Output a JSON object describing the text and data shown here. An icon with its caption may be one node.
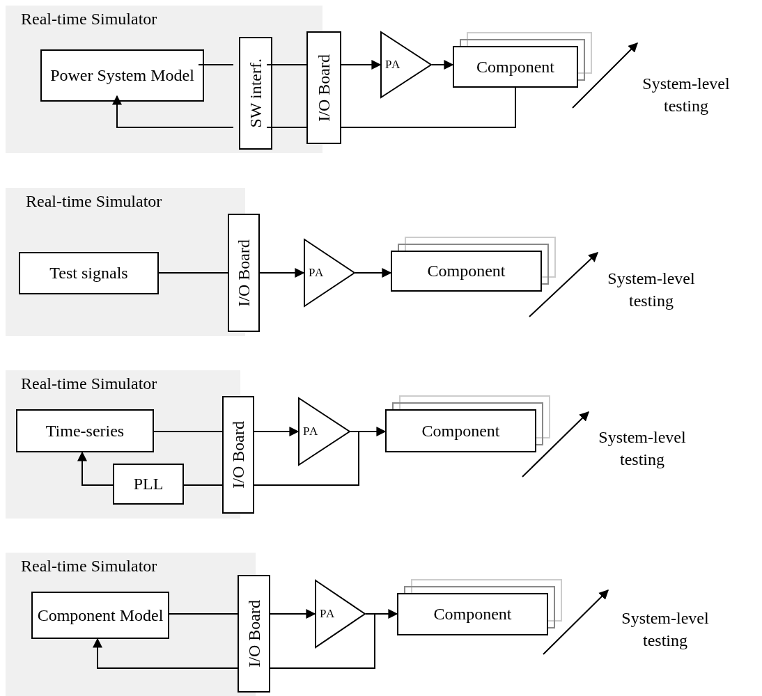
{
  "diagram": {
    "nodes": [
      {
        "text": [
          "Real-time Simulator"
        ]
      },
      {
        "text": [
          "Power System Model"
        ],
        "in": 0
      },
      {
        "text": [
          "SW interf."
        ],
        "in": 0
      },
      {
        "text": [
          "I/O Board"
        ]
      },
      {
        "text": [
          "PA"
        ]
      },
      {
        "text": [
          "Component"
        ]
      },
      {
        "text": [
          "Real-time Simulator"
        ]
      },
      {
        "text": [
          "Test signals"
        ],
        "in": 6
      },
      {
        "text": [
          "I/O Board"
        ]
      },
      {
        "text": [
          "PA"
        ]
      },
      {
        "text": [
          "Component"
        ]
      },
      {
        "text": [
          "Real-time Simulator"
        ]
      },
      {
        "text": [
          "Time-series"
        ],
        "in": 11
      },
      {
        "text": [
          "PLL"
        ],
        "in": 11
      },
      {
        "text": [
          "I/O Board"
        ]
      },
      {
        "text": [
          "PA"
        ]
      },
      {
        "text": [
          "Component"
        ]
      },
      {
        "text": [
          "Real-time Simulator"
        ]
      },
      {
        "text": [
          "Component Model"
        ],
        "in": 17
      },
      {
        "text": [
          "I/O Board"
        ]
      },
      {
        "text": [
          "PA"
        ]
      },
      {
        "text": [
          "Component"
        ]
      }
    ],
    "edges": [
      {
        "from": 1,
        "to": 2,
        "arrow": "none"
      },
      {
        "from": 2,
        "to": 3,
        "arrow": "none"
      },
      {
        "from": 3,
        "to": 4,
        "arrow": "to"
      },
      {
        "from": 4,
        "to": 5,
        "arrow": "to"
      },
      {
        "from": 5,
        "to": 3,
        "arrow": "none"
      },
      {
        "from": 3,
        "to": 2,
        "arrow": "none"
      },
      {
        "from": 2,
        "to": 1,
        "arrow": "to"
      },
      {
        "from": 7,
        "to": 8,
        "arrow": "none"
      },
      {
        "from": 8,
        "to": 9,
        "arrow": "to"
      },
      {
        "from": 9,
        "to": 10,
        "arrow": "to"
      },
      {
        "from": 12,
        "to": 14,
        "arrow": "none"
      },
      {
        "from": 14,
        "to": 15,
        "arrow": "to"
      },
      {
        "from": 15,
        "to": 16,
        "arrow": "to"
      },
      {
        "from": 15,
        "to": 14,
        "arrow": "none"
      },
      {
        "from": 14,
        "to": 13,
        "arrow": "none"
      },
      {
        "from": 13,
        "to": 12,
        "arrow": "to"
      },
      {
        "from": 18,
        "to": 19,
        "arrow": "none"
      },
      {
        "from": 19,
        "to": 20,
        "arrow": "to"
      },
      {
        "from": 20,
        "to": 21,
        "arrow": "to"
      },
      {
        "from": 20,
        "to": 19,
        "arrow": "none"
      },
      {
        "from": 19,
        "to": 18,
        "arrow": "to"
      }
    ],
    "labels": [
      "System-level testing",
      "System-level testing",
      "System-level testing",
      "System-level testing"
    ]
  }
}
